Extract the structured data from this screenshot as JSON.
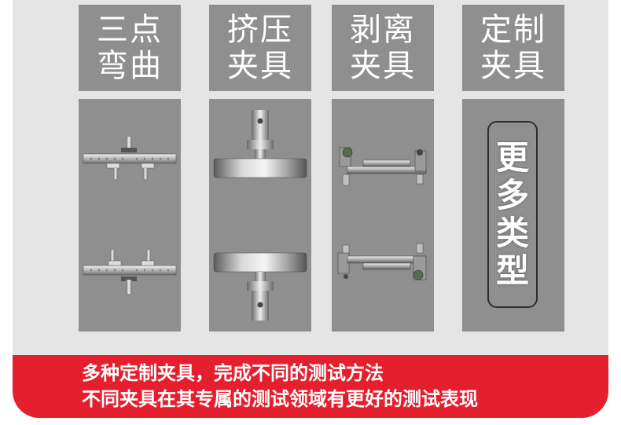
{
  "columns": [
    {
      "title_line1": "三点",
      "title_line2": "弯曲",
      "image": "three-point-bending-fixture"
    },
    {
      "title_line1": "挤压",
      "title_line2": "夹具",
      "image": "compression-fixture"
    },
    {
      "title_line1": "剥离",
      "title_line2": "夹具",
      "image": "peel-fixture"
    },
    {
      "title_line1": "定制",
      "title_line2": "夹具",
      "image": "more-types-card"
    }
  ],
  "more_types": [
    "更",
    "多",
    "类",
    "型"
  ],
  "banner": {
    "line1": "多种定制夹具，完成不同的测试方法",
    "line2": "不同夹具在其专属的测试领域有更好的测试表现"
  },
  "colors": {
    "panel_bg": "#e5e5e5",
    "box_gray": "#8f8f8f",
    "banner_red": "#e51f2e",
    "text_white": "#ffffff"
  }
}
